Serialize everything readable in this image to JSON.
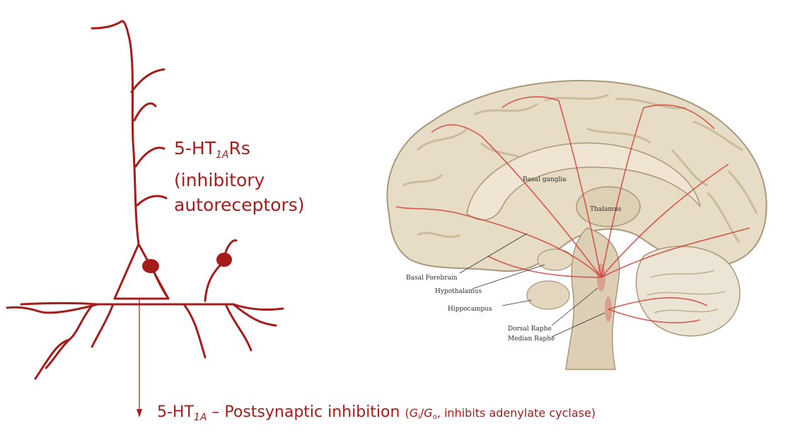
{
  "receptor_label": {
    "line1_prefix": "5-HT",
    "line1_sub": "1A",
    "line1_suffix": "Rs",
    "line2": "(inhibitory",
    "line3": "autoreceptors)"
  },
  "postsynaptic_label": {
    "prefix": "5-HT",
    "sub": "1A",
    "main": " – Postsynaptic inhibition ",
    "paren_open": "(",
    "gi": "G",
    "gi_sub": "i",
    "slash": "/",
    "go": "G",
    "go_sub": "o",
    "paren_rest": ", inhibits adenylate cyclase)"
  },
  "brain_labels": {
    "basal_ganglia": "Basal ganglia",
    "thalamus": "Thalamus",
    "basal_forebrain": "Basal Forebrain",
    "hypothalamus": "Hypothalamus",
    "hippocampus": "Hippocampus",
    "dorsal_raphe": "Dorsal Raphe",
    "median_raphe": "Median Raphe"
  },
  "colors": {
    "ink_red": "#a41d1a",
    "brain_tissue": "#e7dcc6",
    "brain_gyri": "#d8c9ad",
    "brain_outline": "#a9977a",
    "brainstem": "#dccfb6",
    "cerebellum": "#ece4d4"
  }
}
